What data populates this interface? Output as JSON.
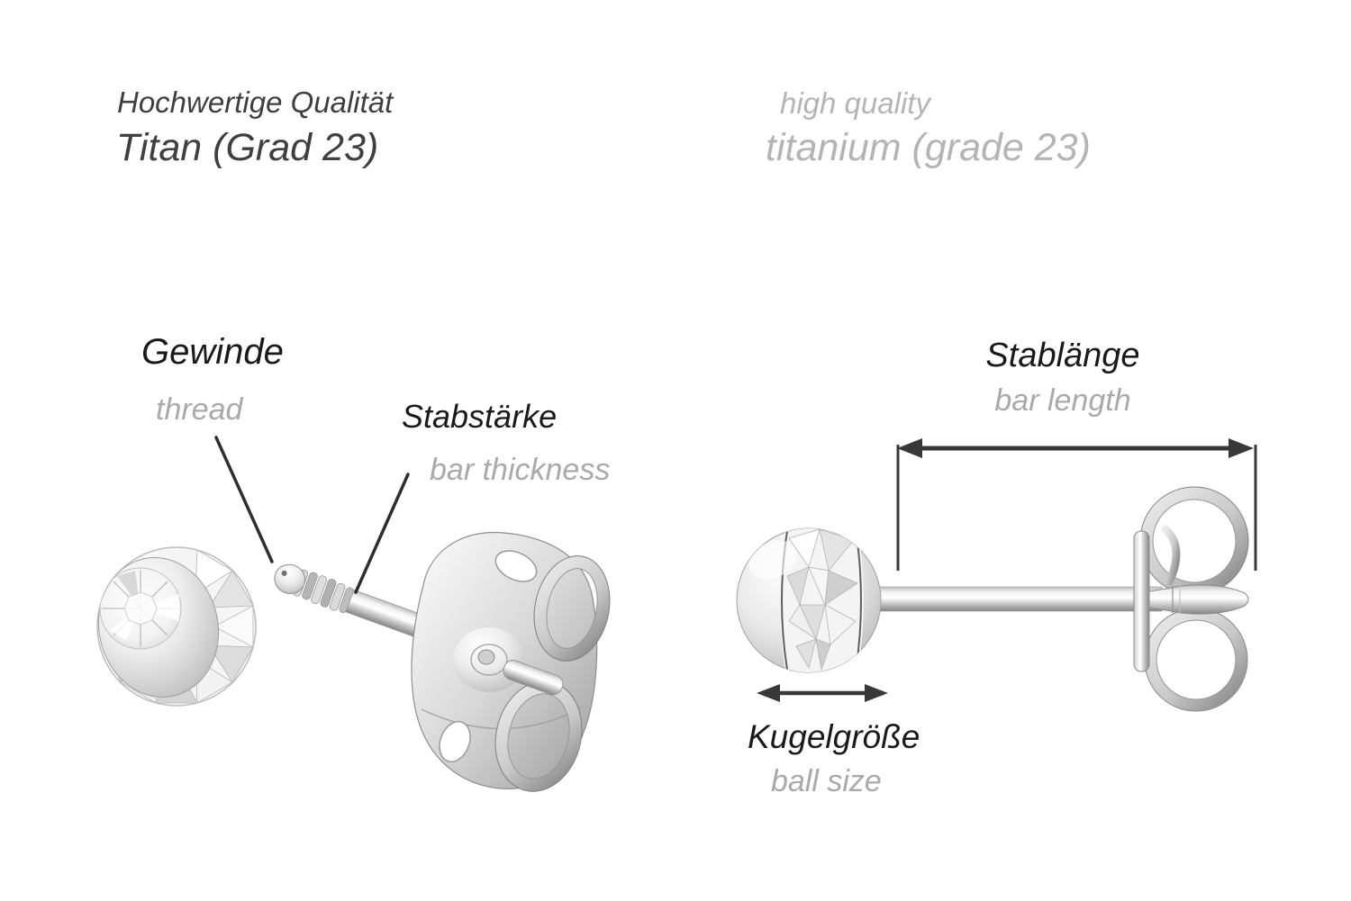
{
  "header": {
    "german": {
      "line1": "Hochwertige Qualität",
      "line2": "Titan (Grad 23)"
    },
    "english": {
      "line1": "high quality",
      "line2": "titanium (grade 23)"
    }
  },
  "left_diagram": {
    "description": "ear stud exploded view: crystal disc, threaded bar, butterfly clutch",
    "labels": {
      "thread": {
        "de": "Gewinde",
        "en": "thread"
      },
      "bar_thickness": {
        "de": "Stabstärke",
        "en": "bar thickness"
      }
    }
  },
  "right_diagram": {
    "description": "ear stud side view: crystal ball, bar, butterfly clutch with measurements",
    "labels": {
      "bar_length": {
        "de": "Stablänge",
        "en": "bar length"
      },
      "ball_size": {
        "de": "Kugelgröße",
        "en": "ball size"
      }
    }
  },
  "colors": {
    "background": "#ffffff",
    "label_primary": "#1a1a1a",
    "label_secondary": "#a9a9a9",
    "header_primary": "#3f3f3f",
    "header_secondary": "#b4b4b4",
    "annotation_line": "#2e2e2e",
    "measure_arrow": "#383838",
    "metal_light": "#f5f5f5",
    "metal_dark": "#8a8a8a"
  }
}
